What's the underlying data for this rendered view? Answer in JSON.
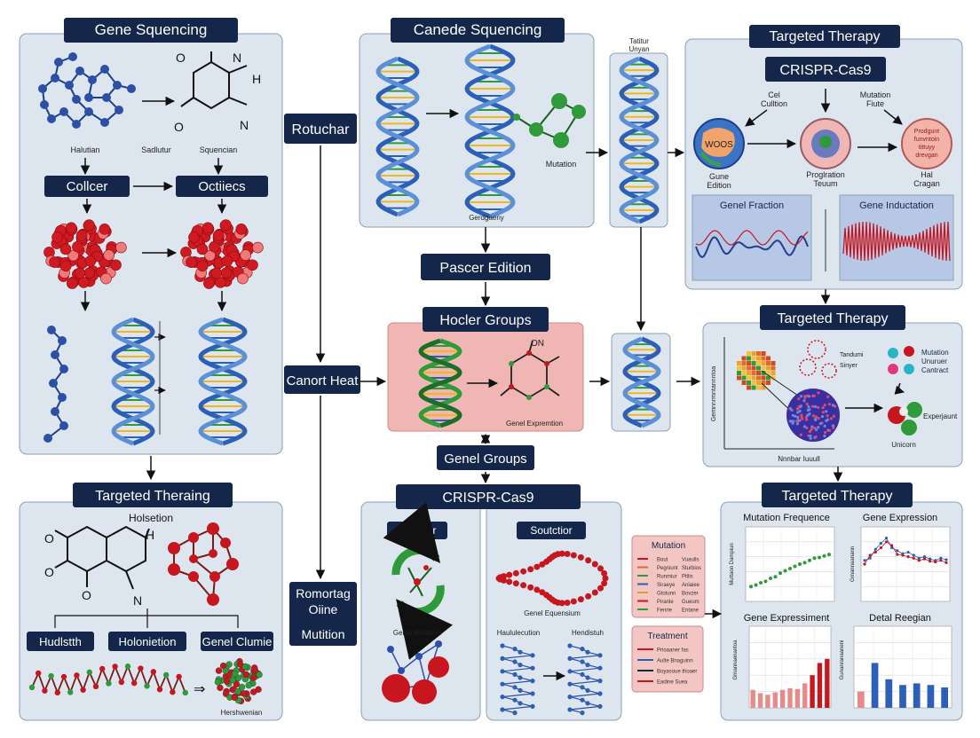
{
  "colors": {
    "navy": "#14264a",
    "panel": "#dde6ef",
    "panel_stroke": "#8aa0b8",
    "strand_blue": "#2c5fb8",
    "strand_light": "#5b8fd6",
    "red": "#c8161e",
    "green": "#2e9a3a",
    "pink": "#f0b6b4"
  },
  "panels": {
    "gene_sequencing": {
      "title": "Gene Squencing",
      "labels": [
        "Halutian",
        "Sadlutur",
        "Squencian"
      ],
      "left_box": "Collcer",
      "right_box": "Octiiecs"
    },
    "canede": {
      "title": "Canede Squencing",
      "mutation": "Mutation",
      "bottom": "Gerdgaeny"
    },
    "narrow_panel": {
      "label_lines": [
        "Tatitur",
        "Unyan"
      ]
    },
    "targeted_top": {
      "title": "Targeted Therapy",
      "subtitle": "CRISPR-Cas9",
      "cel_lines": [
        "Cel",
        "Culltion"
      ],
      "mut_lines": [
        "Mutation",
        "Fiute"
      ],
      "circle1_text": "WOOS",
      "circle1_lines": [
        "Gune",
        "Edition"
      ],
      "circle2_lines": [
        "Proglration",
        "Teuum"
      ],
      "circle3_text_lines": [
        "Prodgunt",
        "funvntoin",
        "tittuyy",
        "drevgan"
      ],
      "circle3_lines": [
        "Hal",
        "Cragan"
      ],
      "gene_fraction": "Genel Fraction",
      "gene_induction": "Gene Inductation"
    },
    "mid_labels": {
      "rotuchar": "Rotuchar",
      "canort_heat": "Canort Heat",
      "pascer": "Pascer Edition",
      "hocler": "Hocler Groups",
      "gene_expression": "Genel Expremtion",
      "genel_groups": "Genel Groups",
      "on": "ON"
    },
    "targeted_mid": {
      "title": "Targeted Therapy",
      "legend": [
        "Mutation",
        "Unuruer",
        "Cantract"
      ],
      "scatter_legend": [
        "Tandumi",
        "Sinyer"
      ],
      "experiment": "Experjaunt",
      "unicorn": "Unicorn",
      "ylabel": "Gemnnrmntannntoa",
      "xlabel": "Nnnbar Iuuull"
    },
    "targeted_left": {
      "title": "Targeted Theraing",
      "holsetion": "Holsetion",
      "boxes": [
        "Hudlstth",
        "Holonietion",
        "Genel Clumie"
      ],
      "bottom": "Hershwenian",
      "n_label": "N"
    },
    "remote": {
      "lines": [
        "Romortag",
        "Oiine"
      ],
      "mutition": "Mutition"
    },
    "crispr_bottom": {
      "title": "CRISPR-Cas9",
      "starteer": "Starteer",
      "soutctior": "Soutctior",
      "genel_equensium": "Genel Equensium",
      "genel_mutation": "Genel Mutation",
      "haulutation": "Haululecution",
      "hendistuh": "Hendistuh"
    },
    "mutation_box": {
      "title": "Mutation",
      "rows": [
        "Bout",
        "Pegniunt",
        "Runmiur",
        "Siraeye",
        "Gtotunn",
        "Piranle",
        "Fenrie"
      ],
      "values": [
        "Vuaulls",
        "Sturbios",
        "Pitlis",
        "Aniaiee",
        "Bovzer",
        "Gueum",
        "Entane"
      ]
    },
    "treatment_box": {
      "title": "Treatment",
      "rows": [
        "Prioaaner fas",
        "Aulte Bnaguinn",
        "Boyasoue thoaer",
        "Eadine Suea"
      ]
    },
    "targeted_bottom": {
      "title": "Targeted Therapy"
    }
  },
  "chart_data": [
    {
      "type": "scatter",
      "title": "Mutation Frequence",
      "x": [
        1,
        2,
        3,
        4,
        5,
        6,
        7,
        8,
        9,
        10,
        11,
        12,
        13,
        14,
        15,
        16,
        17
      ],
      "y": [
        20,
        22,
        25,
        27,
        31,
        33,
        38,
        41,
        44,
        47,
        50,
        52,
        55,
        58,
        59,
        61,
        63
      ],
      "ylim": [
        0,
        100
      ],
      "ylabel": "Muttaon Dampiun"
    },
    {
      "type": "line",
      "title": "Gene Expression",
      "x": [
        1,
        2,
        3,
        4,
        5,
        6,
        7,
        8,
        9,
        10,
        11,
        12,
        13,
        14,
        15,
        16
      ],
      "series": [
        {
          "values": [
            55,
            58,
            70,
            78,
            85,
            72,
            68,
            64,
            66,
            62,
            58,
            60,
            57,
            55,
            58,
            56
          ]
        },
        {
          "values": [
            50,
            62,
            66,
            72,
            80,
            75,
            63,
            62,
            60,
            58,
            55,
            57,
            54,
            53,
            55,
            52
          ]
        }
      ],
      "ylim": [
        0,
        100
      ],
      "ylabel": "Grnannaanann"
    },
    {
      "type": "bar",
      "title": "Gene Expressiment",
      "categories": [
        "1",
        "2",
        "3",
        "4",
        "5",
        "6",
        "7",
        "8",
        "9",
        "10",
        "11"
      ],
      "values": [
        22,
        18,
        16,
        19,
        22,
        24,
        23,
        30,
        40,
        55,
        60
      ],
      "ylim": [
        0,
        100
      ],
      "ylabel": "Grnannaenantoa"
    },
    {
      "type": "bar",
      "title": "Detal Reegian",
      "categories": [
        "1",
        "2",
        "3",
        "4",
        "5",
        "6",
        "7"
      ],
      "values": [
        20,
        55,
        35,
        28,
        30,
        28,
        25
      ],
      "ylim": [
        0,
        100
      ],
      "ylabel": "Gunanranaaneni"
    }
  ]
}
